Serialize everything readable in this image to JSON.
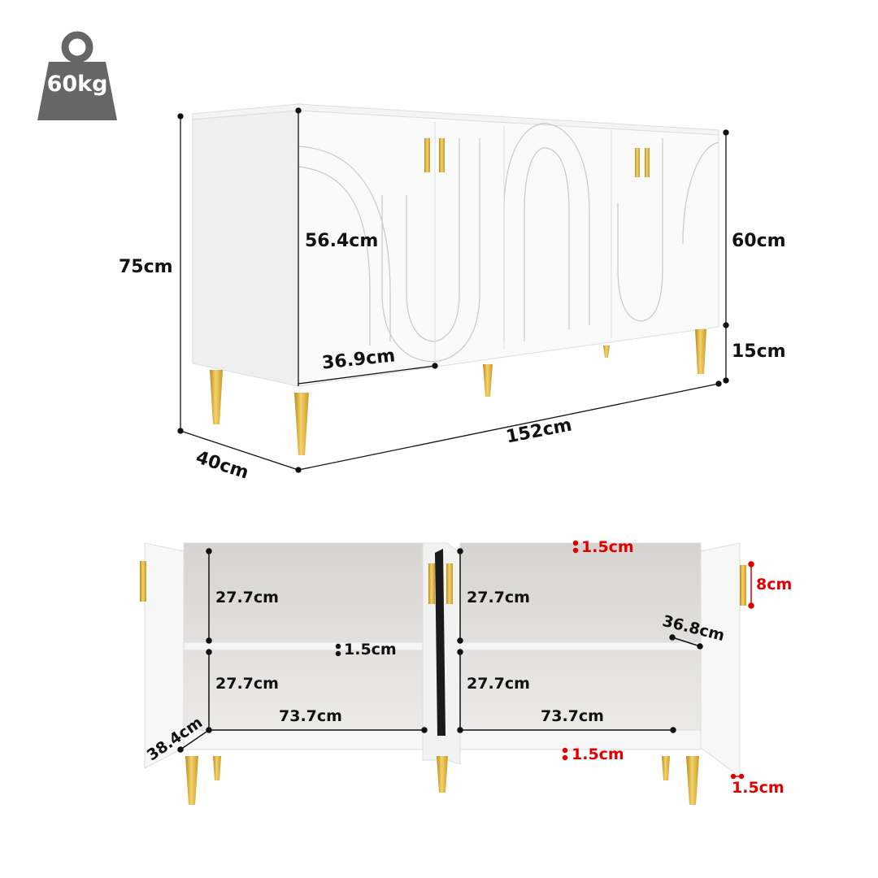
{
  "weight": {
    "icon": "weight-icon",
    "label": "60kg"
  },
  "top_view": {
    "height_total": "75cm",
    "body_height_side": "60cm",
    "leg_height": "15cm",
    "width": "152cm",
    "depth": "40cm",
    "door_height": "56.4cm",
    "door_width": "36.9cm"
  },
  "inner_view": {
    "left_upper_height": "27.7cm",
    "left_lower_height": "27.7cm",
    "left_shelf_thickness": "1.5cm",
    "left_inner_width": "73.7cm",
    "left_inner_depth": "38.4cm",
    "right_upper_height": "27.7cm",
    "right_lower_height": "27.7cm",
    "right_inner_width": "73.7cm",
    "right_shelf_depth": "36.8cm",
    "top_panel_thickness": "1.5cm",
    "bottom_panel_thickness": "1.5cm",
    "side_panel_thickness": "1.5cm",
    "handle_length": "8cm"
  },
  "colors": {
    "dimension_text": "#111111",
    "highlight_red": "#e00000",
    "gold": "#d4a92c",
    "badge_gray": "#666666"
  }
}
